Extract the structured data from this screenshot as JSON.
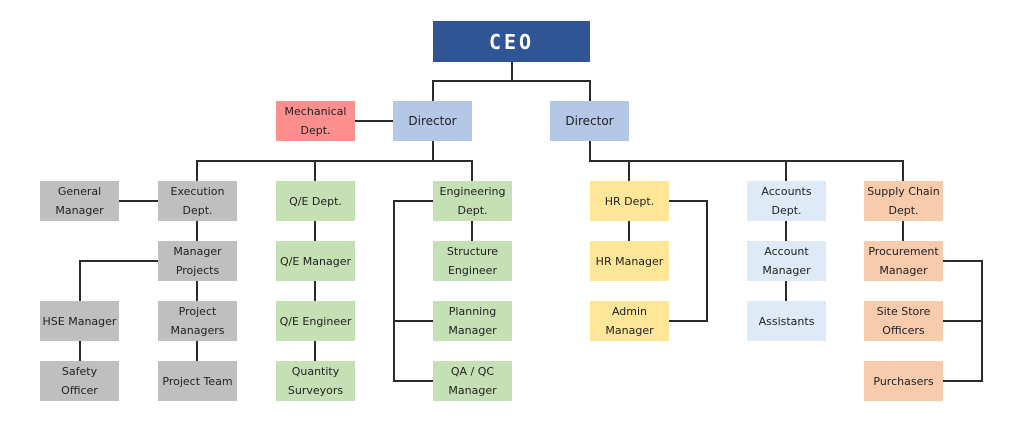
{
  "colors": {
    "ceo": "#2F5597",
    "director": "#B4C7E7",
    "mechanical": "#FF8F8F",
    "gray": "#BFBFBF",
    "green": "#C5E0B4",
    "yellow": "#FFE699",
    "lightblue": "#DEEBF7",
    "orange": "#F8CBAD",
    "line": "#2B2B2B"
  },
  "ceo": {
    "label": "CEO"
  },
  "directors": [
    {
      "label": "Director"
    },
    {
      "label": "Director"
    }
  ],
  "mechanical": {
    "label": "Mechanical\nDept."
  },
  "execution_branch": {
    "general_manager": "General\nManager",
    "execution_dept": "Execution\nDept.",
    "manager_projects": "Manager\nProjects",
    "hse_manager": "HSE Manager",
    "safety_officer": "Safety Officer",
    "project_managers": "Project\nManagers",
    "project_team": "Project Team"
  },
  "qe_branch": {
    "dept": "Q/E Dept.",
    "manager": "Q/E Manager",
    "engineer": "Q/E Engineer",
    "surveyors": "Quantity\nSurveyors"
  },
  "engineering_branch": {
    "dept": "Engineering\nDept.",
    "structure": "Structure\nEngineer",
    "planning": "Planning\nManager",
    "qaqc": "QA / QC\nManager"
  },
  "hr_branch": {
    "dept": "HR Dept.",
    "manager": "HR Manager",
    "admin": "Admin\nManager"
  },
  "accounts_branch": {
    "dept": "Accounts\nDept.",
    "manager": "Account\nManager",
    "assistants": "Assistants"
  },
  "supply_branch": {
    "dept": "Supply Chain\nDept.",
    "procurement": "Procurement\nManager",
    "store": "Site Store\nOfficers",
    "purchasers": "Purchasers"
  }
}
